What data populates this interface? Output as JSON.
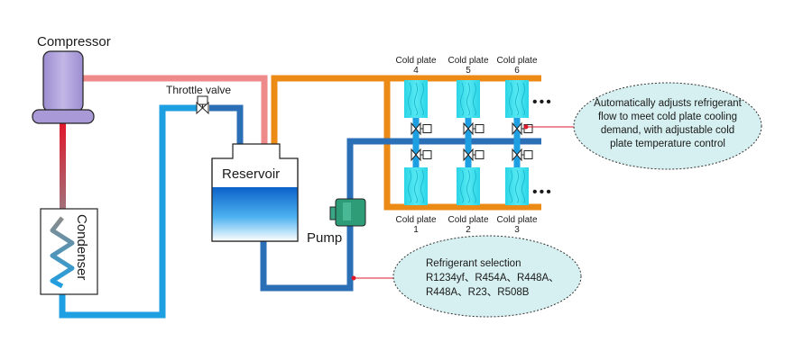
{
  "labels": {
    "compressor": "Compressor",
    "throttle_valve": "Throttle valve",
    "reservoir": "Reservoir",
    "pump": "Pump",
    "condenser": "Condenser"
  },
  "cold_plates": {
    "top": [
      {
        "label": "Cold plate",
        "number": "4"
      },
      {
        "label": "Cold plate",
        "number": "5"
      },
      {
        "label": "Cold plate",
        "number": "6"
      }
    ],
    "bottom": [
      {
        "label": "Cold plate",
        "number": "1"
      },
      {
        "label": "Cold plate",
        "number": "2"
      },
      {
        "label": "Cold plate",
        "number": "3"
      }
    ],
    "ellipsis": "•••"
  },
  "callouts": {
    "control": {
      "lines": [
        "Automatically adjusts refrigerant",
        "flow to meet cold plate cooling",
        "demand, with adjustable cold",
        "plate temperature control"
      ]
    },
    "refrigerant": {
      "lines": [
        "Refrigerant selection",
        "R1234yf、R454A、R448A、",
        "R448A、R23、R508B"
      ]
    }
  },
  "colors": {
    "pink_pipe": "#ef8a8a",
    "orange_pipe": "#ec8a16",
    "light_blue_pipe": "#1e9fe2",
    "dark_blue_pipe": "#2b6fb6",
    "red_pipe": "#e0182c",
    "compressor": "#a999d6",
    "pump": "#2f9c78",
    "cold_plate": "#34e0ec",
    "callout_fill": "#d6eff0"
  }
}
